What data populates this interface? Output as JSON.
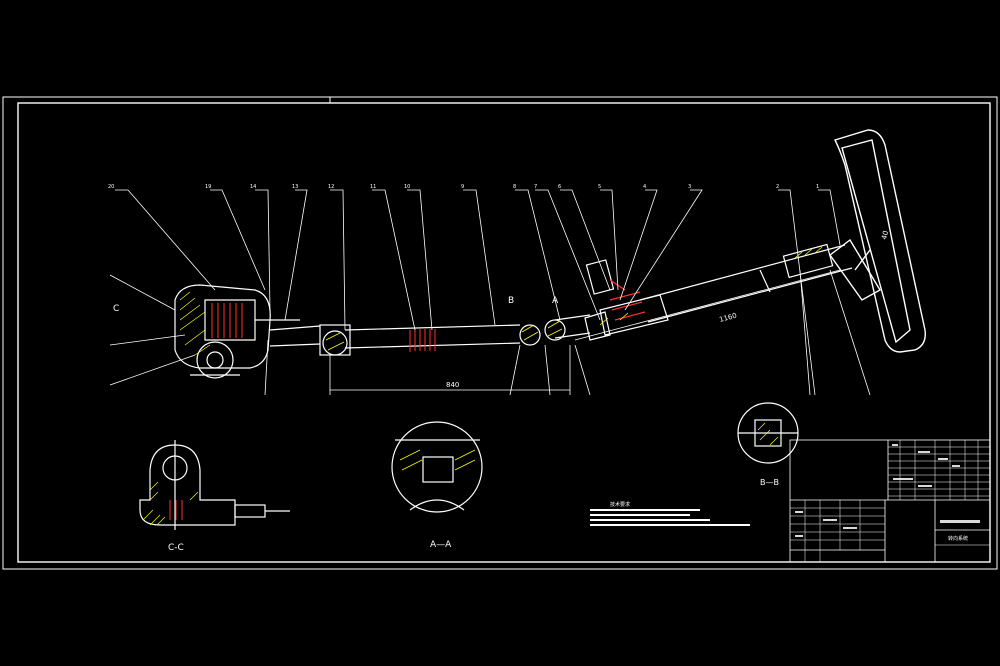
{
  "drawing": {
    "section_labels": {
      "aa": "A—A",
      "bb": "B—B",
      "cc": "C-C",
      "a_marker": "A",
      "b_marker": "B",
      "c_marker": "C"
    },
    "dimensions": {
      "d840": "840",
      "d1160": "1160",
      "d40": "40"
    },
    "part_numbers": [
      "20",
      "19",
      "14",
      "13",
      "12",
      "11",
      "10",
      "9",
      "8",
      "7",
      "6",
      "5",
      "4",
      "3",
      "2",
      "1"
    ],
    "colors": {
      "background": "#000000",
      "lines": "#ffffff",
      "hatch": "#ffff00",
      "accent_red": "#ff3030"
    },
    "tech_req_title": "技术要求",
    "title_block_title": "转向系统"
  }
}
